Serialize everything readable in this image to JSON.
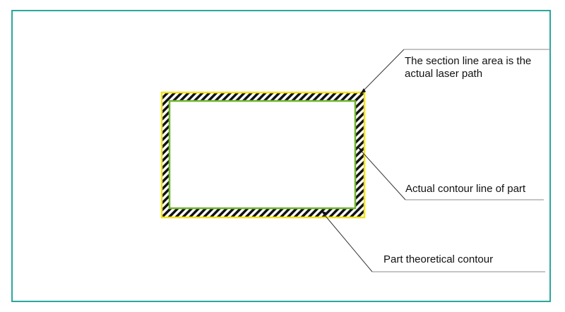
{
  "colors": {
    "frame_border": "#2aa69c",
    "outer_outline": "#f2e21a",
    "inner_contour": "#6fb52a",
    "hatch_dark": "#111111",
    "hatch_light": "#ffffff",
    "leader_line": "#333333",
    "label_underline": "#8a8a8a",
    "text": "#111111"
  },
  "labels": {
    "laser_path_line1": "The section line area is the",
    "laser_path_line2": "actual laser path",
    "actual_contour": "Actual contour line of part",
    "theoretical_contour": "Part theoretical contour"
  }
}
